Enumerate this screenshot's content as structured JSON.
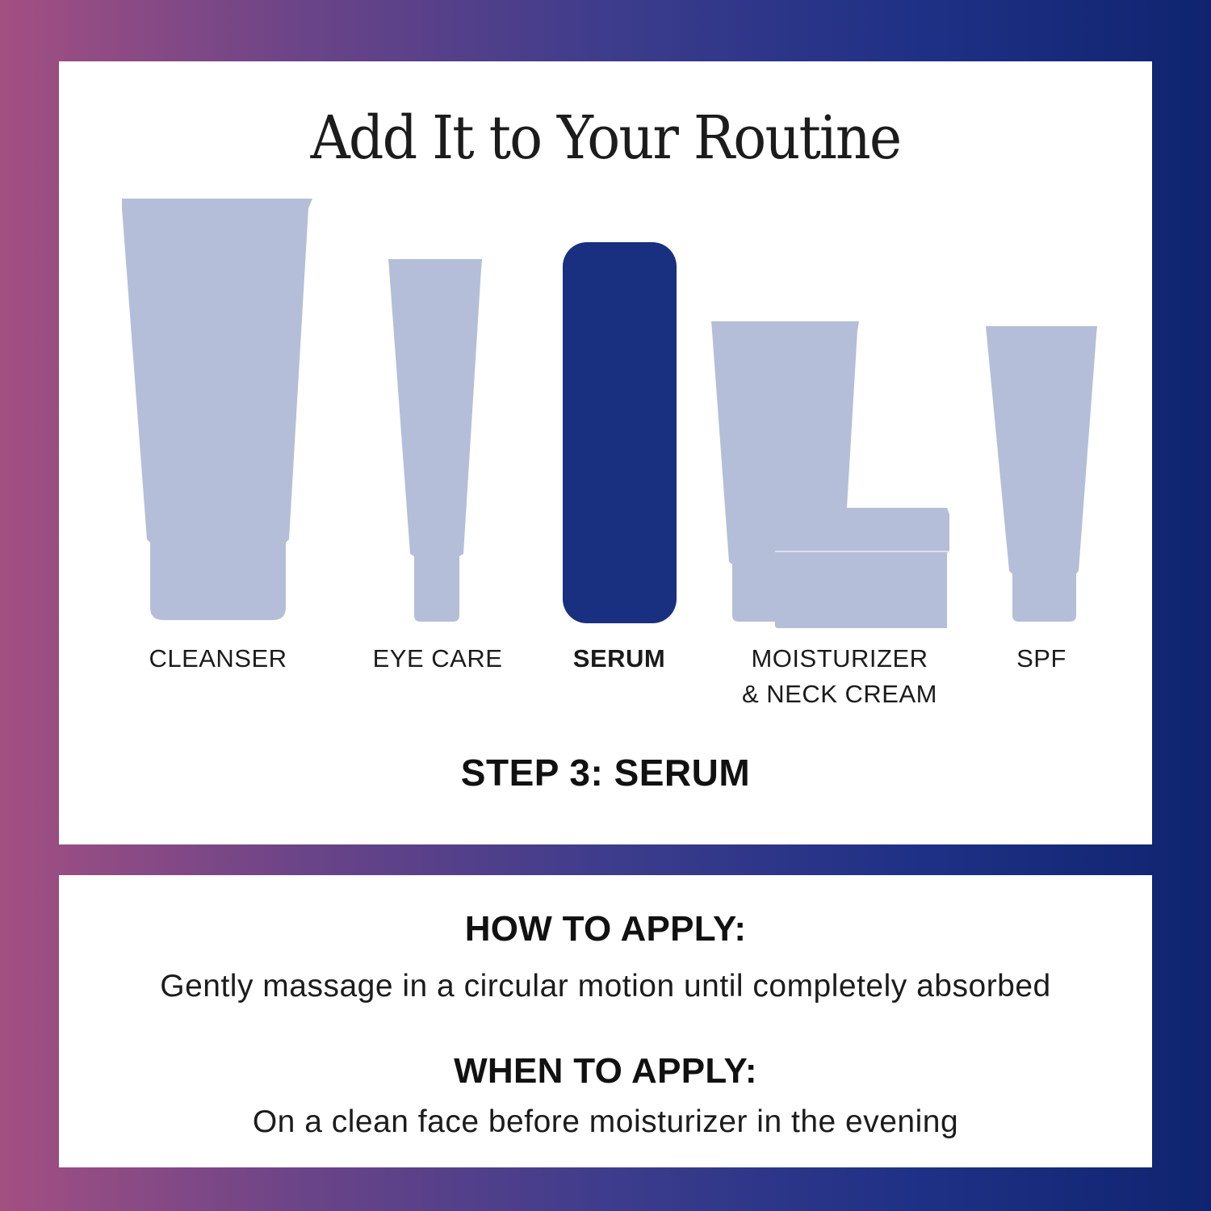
{
  "title": "Add It to Your Routine",
  "products": [
    {
      "label": "CLEANSER",
      "icon": "cleanser-tube-icon",
      "active": false
    },
    {
      "label": "EYE CARE",
      "icon": "eye-care-tube-icon",
      "active": false
    },
    {
      "label": "SERUM",
      "icon": "serum-bottle-icon",
      "active": true
    },
    {
      "label": "MOISTURIZER\n& NECK CREAM",
      "label_line1": "MOISTURIZER",
      "label_line2": "& NECK CREAM",
      "icon": "moisturizer-tube-and-jar-icon",
      "active": false
    },
    {
      "label": "SPF",
      "icon": "spf-tube-icon",
      "active": false
    }
  ],
  "step": "STEP 3: SERUM",
  "how": {
    "heading": "HOW TO APPLY:",
    "text": "Gently massage in a circular motion until completely absorbed"
  },
  "when": {
    "heading": "WHEN TO APPLY:",
    "text": "On a clean face before moisturizer in the evening"
  },
  "colors": {
    "inactive_product": "#b4bed8",
    "active_product": "#18307f",
    "gradient_left": "#a34f82",
    "gradient_right": "#0f2470"
  }
}
